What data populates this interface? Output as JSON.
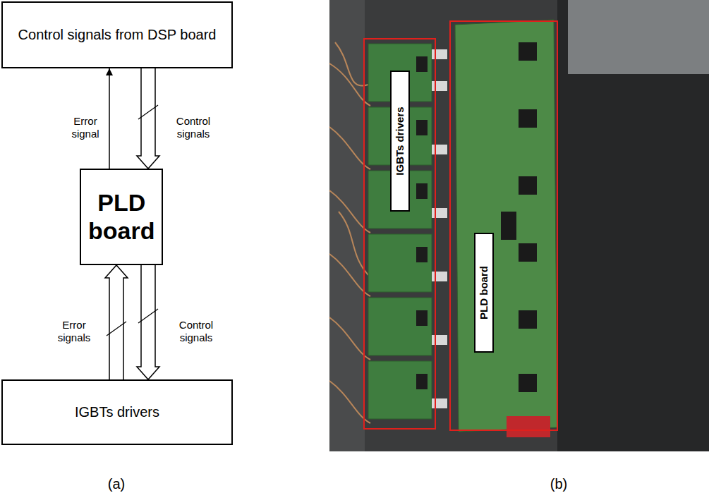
{
  "diagram": {
    "nodes": [
      {
        "text": [
          "Control signals from DSP board"
        ]
      },
      {
        "text": [
          "PLD board"
        ]
      },
      {
        "text": [
          "IGBTs drivers"
        ]
      },
      {
        "text": [
          "IGBTs drivers"
        ]
      },
      {
        "text": [
          "PLD board"
        ]
      }
    ],
    "edges": [
      {
        "from": 1,
        "to": 0,
        "arrow": "to",
        "label": "Error signal"
      },
      {
        "from": 0,
        "to": 1,
        "arrow": "to",
        "label": "Control signals"
      },
      {
        "from": 2,
        "to": 1,
        "arrow": "to",
        "label": "Error signals"
      },
      {
        "from": 1,
        "to": 2,
        "arrow": "to",
        "label": "Control signals"
      }
    ],
    "labels": [
      "(a)",
      "(b)"
    ]
  }
}
